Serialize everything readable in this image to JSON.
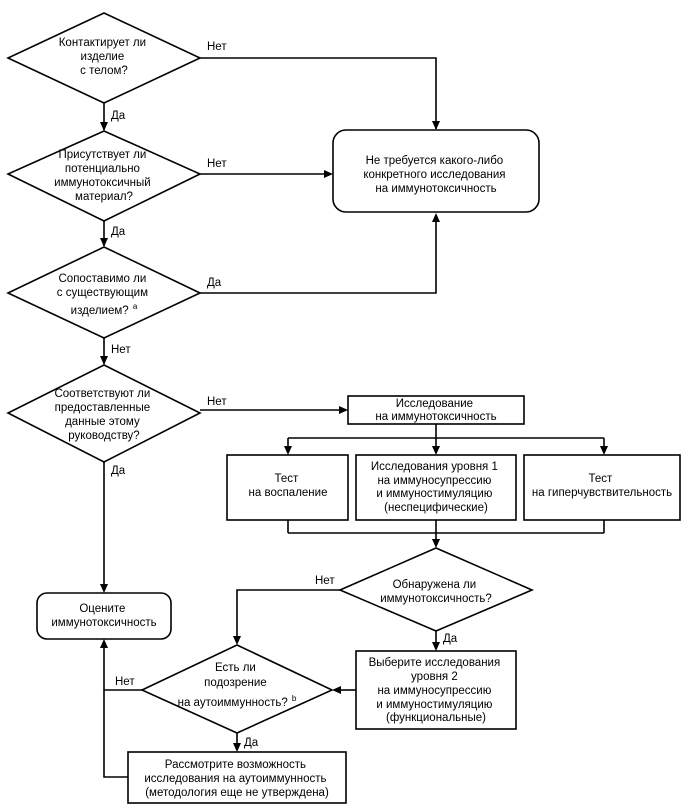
{
  "decisions": {
    "d1": [
      "Контактирует ли",
      "изделие",
      "с телом?"
    ],
    "d2": [
      "Присутствует ли",
      "потенциально",
      "иммунотоксичный",
      "материал?"
    ],
    "d3": [
      "Сопоставимо ли",
      "с существующим",
      "изделием?"
    ],
    "d3_note": "a",
    "d4": [
      "Соответствуют ли",
      "предоставленные",
      "данные этому",
      "руководству?"
    ],
    "d5": [
      "Обнаружена ли",
      "иммунотоксичность?"
    ],
    "d6": [
      "Есть ли",
      "подозрение",
      "на аутоиммунность?"
    ],
    "d6_note": "b"
  },
  "processes": {
    "no_study": [
      "Не требуется какого-либо",
      "конкретного исследования",
      "на иммунотоксичность"
    ],
    "evaluate": [
      "Оцените",
      "иммунотоксичность"
    ],
    "study": [
      "Исследование",
      "на иммунотоксичность"
    ],
    "test_inflammation": [
      "Тест",
      "на воспаление"
    ],
    "level1": [
      "Исследования уровня 1",
      "на иммуносупрессию",
      "и иммуностимуляцию",
      "(неспецифические)"
    ],
    "test_hypersensitivity": [
      "Тест",
      "на гиперчувствительность"
    ],
    "level2": [
      "Выберите исследования",
      "уровня 2",
      "на иммуносупрессию",
      "и иммуностимуляцию",
      "(функциональные)"
    ],
    "autoimmunity": [
      "Рассмотрите возможность",
      "исследования на аутоиммунность",
      "(методология еще не утверждена)"
    ]
  },
  "labels": {
    "no": "Нет",
    "yes": "Да"
  }
}
